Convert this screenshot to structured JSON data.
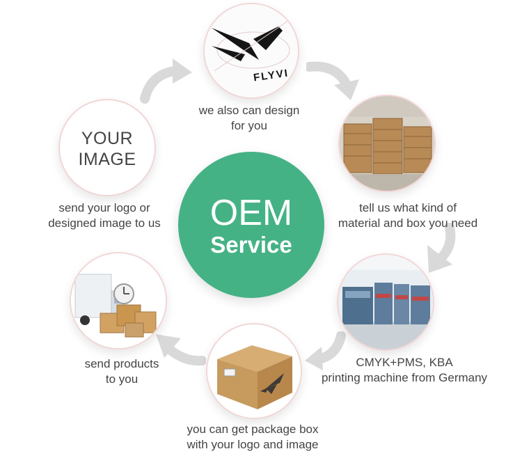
{
  "center": {
    "line1": "OEM",
    "line2": "Service"
  },
  "steps": {
    "design": {
      "caption": [
        "we also can design",
        "for you"
      ],
      "brand_text": "FLYVI"
    },
    "material": {
      "caption": [
        "tell us what kind of",
        "material and box you need"
      ]
    },
    "printing": {
      "caption": [
        "CMYK+PMS, KBA",
        "printing machine from Germany"
      ]
    },
    "package": {
      "caption": [
        "you can get package box",
        "with your logo and image"
      ]
    },
    "delivery": {
      "caption": [
        "send products",
        "to you"
      ]
    },
    "logo": {
      "caption": [
        "send your logo or",
        "designed image to us"
      ],
      "placeholder": [
        "YOUR",
        "IMAGE"
      ]
    }
  },
  "colors": {
    "accent": "#45b285",
    "arrow": "#d9d9d9",
    "ring_border": "#f3d6d6",
    "text": "#444444"
  },
  "icons": [
    "curved-arrow-icon",
    "cardboard-stack-image",
    "printing-machine-image",
    "package-box-image",
    "delivery-truck-image",
    "logo-sketch-image"
  ]
}
